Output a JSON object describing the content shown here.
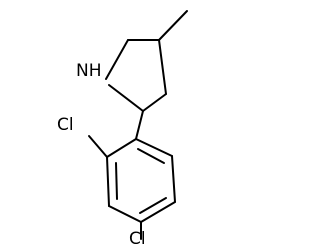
{
  "molecule": {
    "atoms": [
      {
        "symbol": "NH"
      },
      {
        "symbol": "Cl"
      },
      {
        "symbol": "Cl"
      }
    ]
  }
}
